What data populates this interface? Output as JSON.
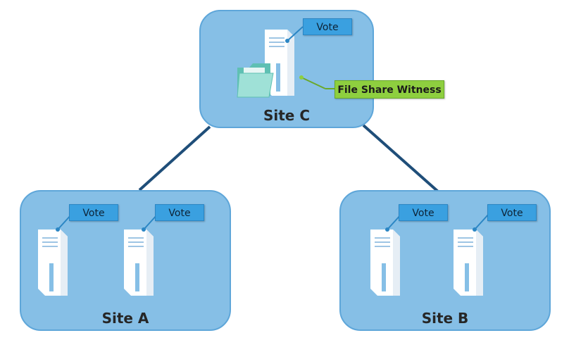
{
  "sites": {
    "c": {
      "label": "Site C",
      "vote": "Vote",
      "witness": "File Share Witness"
    },
    "a": {
      "label": "Site A",
      "votes": [
        "Vote",
        "Vote"
      ]
    },
    "b": {
      "label": "Site B",
      "votes": [
        "Vote",
        "Vote"
      ]
    }
  },
  "colors": {
    "site_fill": "#86bfe6",
    "site_border": "#5ea6d9",
    "link_line": "#1f4e79",
    "vote_fill": "#3aa0e0",
    "witness_fill": "#8ecf3f",
    "server": "#ffffff",
    "folder": "#7fd3c8"
  },
  "icons": [
    "server-icon",
    "folder-icon"
  ]
}
